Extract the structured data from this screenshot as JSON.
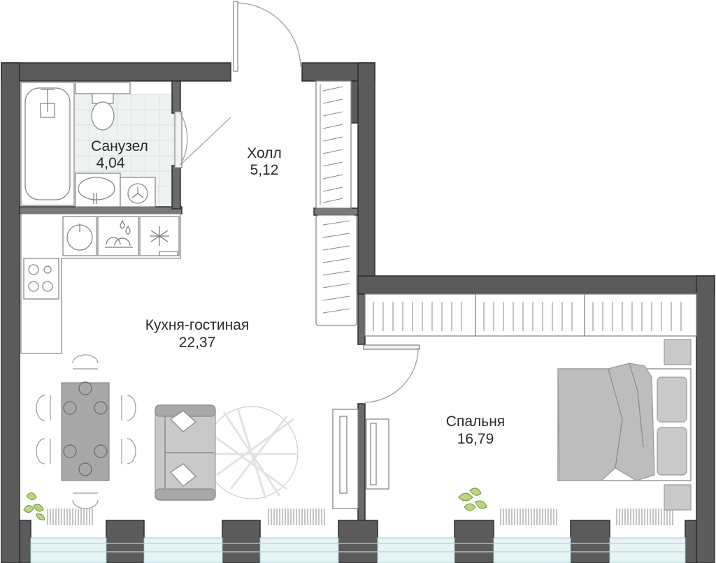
{
  "rooms": [
    {
      "name": "Санузел",
      "area": "4,04"
    },
    {
      "name": "Холл",
      "area": "5,12"
    },
    {
      "name": "Кухня-гостиная",
      "area": "22,37"
    },
    {
      "name": "Спальня",
      "area": "16,79"
    }
  ],
  "colors": {
    "wall": "#5b5b5b",
    "furniture_grey": "#c9c9c9",
    "window_glass": "#e6f4f6",
    "plant": "#bcd77a"
  }
}
